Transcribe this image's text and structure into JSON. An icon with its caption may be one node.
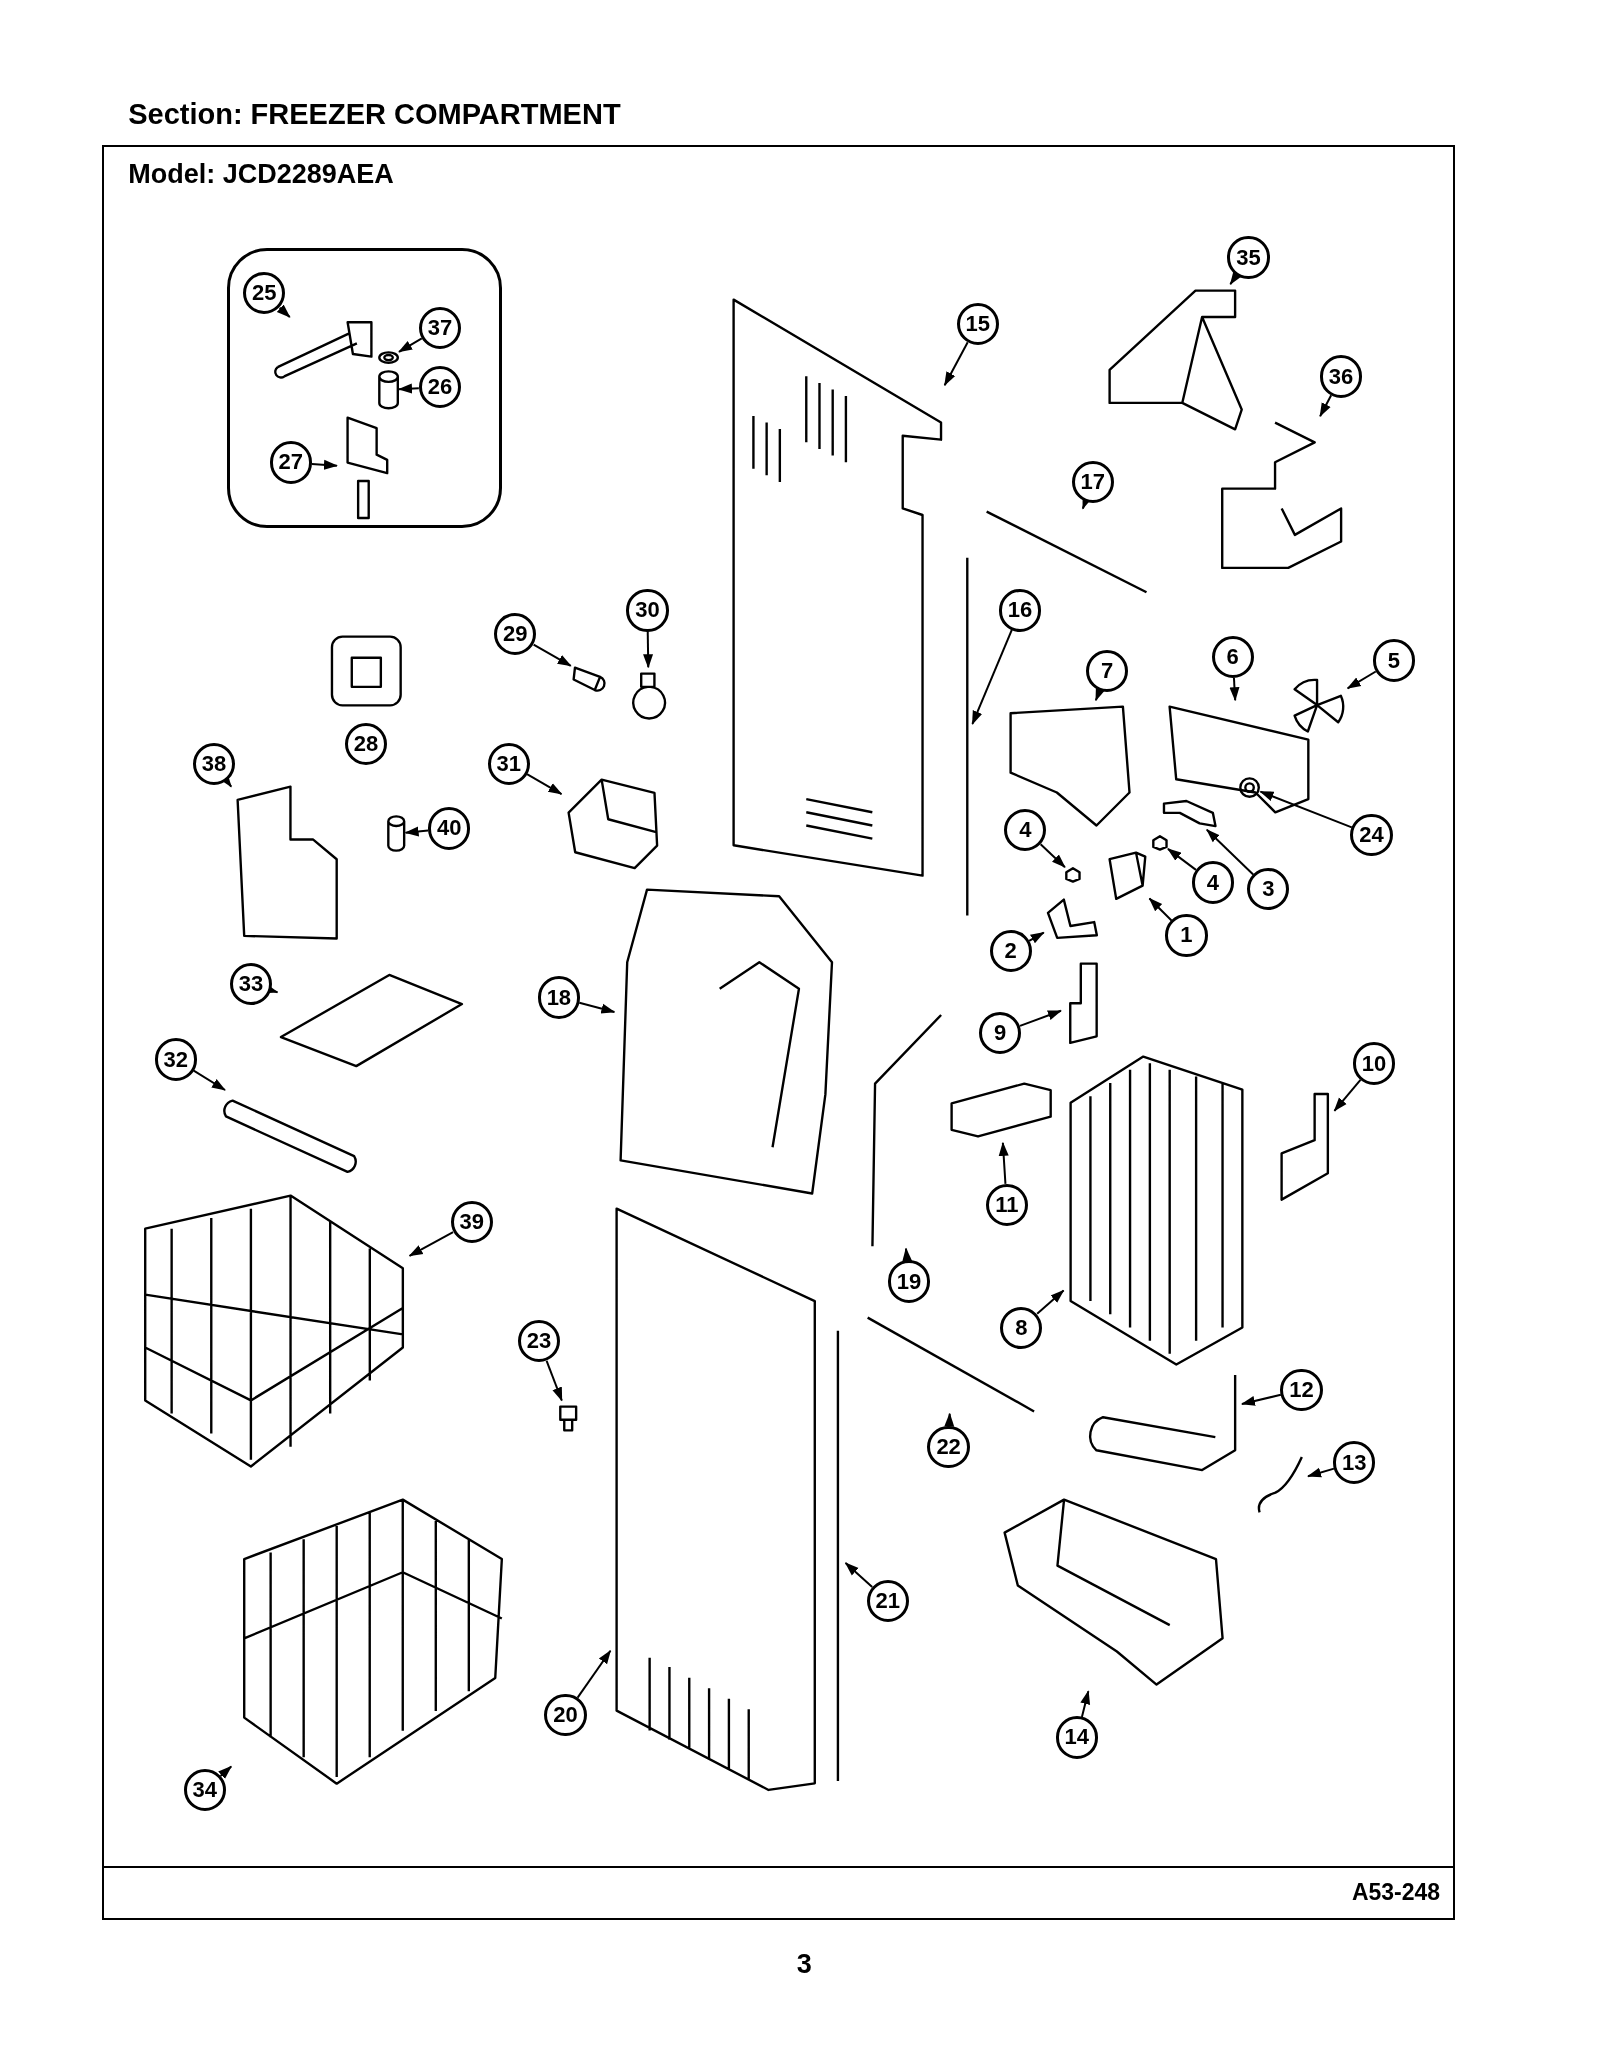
{
  "diagram": {
    "title": "Section: FREEZER COMPARTMENT",
    "nodes": [
      {
        "text": [],
        "shape": "box"
      },
      {
        "text": [
          "25"
        ],
        "in": 0
      },
      {
        "text": [],
        "shape": "picture",
        "in": 0
      },
      {
        "text": [
          "37"
        ],
        "in": 0
      },
      {
        "text": [],
        "shape": "circle",
        "in": 0
      },
      {
        "text": [
          "26"
        ],
        "in": 0
      },
      {
        "text": [],
        "shape": "cylinder",
        "in": 0
      },
      {
        "text": [
          "27"
        ],
        "in": 0
      },
      {
        "text": [],
        "shape": "picture",
        "in": 0
      },
      {
        "text": [
          "15"
        ]
      },
      {
        "text": [],
        "shape": "picture"
      },
      {
        "text": [
          "35"
        ]
      },
      {
        "text": [],
        "shape": "picture"
      },
      {
        "text": [
          "36"
        ]
      },
      {
        "text": [],
        "shape": "picture"
      },
      {
        "text": [
          "17"
        ]
      },
      {
        "text": [],
        "shape": "picture"
      },
      {
        "text": [
          "16"
        ]
      },
      {
        "text": [],
        "shape": "picture"
      },
      {
        "text": [
          "29"
        ]
      },
      {
        "text": [],
        "shape": "picture"
      },
      {
        "text": [
          "30"
        ]
      },
      {
        "text": [],
        "shape": "picture"
      },
      {
        "text": [
          "38"
        ]
      },
      {
        "text": [],
        "shape": "picture"
      },
      {
        "text": [
          "31"
        ]
      },
      {
        "text": [],
        "shape": "picture"
      },
      {
        "text": [
          "40"
        ]
      },
      {
        "text": [],
        "shape": "cylinder"
      },
      {
        "text": [
          "7"
        ]
      },
      {
        "text": [],
        "shape": "picture"
      },
      {
        "text": [
          "6"
        ]
      },
      {
        "text": [],
        "shape": "picture"
      },
      {
        "text": [
          "5"
        ]
      },
      {
        "text": [],
        "shape": "picture"
      },
      {
        "text": [
          "24"
        ]
      },
      {
        "text": [],
        "shape": "circle",
        "in": 32
      },
      {
        "text": [
          "4"
        ]
      },
      {
        "text": [],
        "shape": "picture"
      },
      {
        "text": [
          "4"
        ]
      },
      {
        "text": [],
        "shape": "picture"
      },
      {
        "text": [
          "3"
        ]
      },
      {
        "text": [],
        "shape": "picture"
      },
      {
        "text": [
          "1"
        ]
      },
      {
        "text": [],
        "shape": "picture"
      },
      {
        "text": [
          "2"
        ]
      },
      {
        "text": [],
        "shape": "picture"
      },
      {
        "text": [
          "33"
        ]
      },
      {
        "text": [],
        "shape": "picture"
      },
      {
        "text": [
          "18"
        ]
      },
      {
        "text": [],
        "shape": "picture"
      },
      {
        "text": [
          "9"
        ]
      },
      {
        "text": [],
        "shape": "picture"
      },
      {
        "text": [
          "10"
        ]
      },
      {
        "text": [],
        "shape": "picture"
      },
      {
        "text": [
          "11"
        ]
      },
      {
        "text": [],
        "shape": "picture"
      },
      {
        "text": [
          "32"
        ]
      },
      {
        "text": [],
        "shape": "picture"
      },
      {
        "text": [
          "39"
        ]
      },
      {
        "text": [],
        "shape": "picture"
      },
      {
        "text": [
          "19"
        ]
      },
      {
        "text": [],
        "shape": "picture"
      },
      {
        "text": [
          "8"
        ]
      },
      {
        "text": [],
        "shape": "picture"
      },
      {
        "text": [
          "23"
        ]
      },
      {
        "text": [],
        "shape": "picture"
      },
      {
        "text": [
          "22"
        ]
      },
      {
        "text": [],
        "shape": "picture"
      },
      {
        "text": [
          "12"
        ]
      },
      {
        "text": [],
        "shape": "picture"
      },
      {
        "text": [
          "13"
        ]
      },
      {
        "text": [],
        "shape": "picture"
      },
      {
        "text": [
          "21"
        ]
      },
      {
        "text": [],
        "shape": "picture"
      },
      {
        "text": [
          "20"
        ]
      },
      {
        "text": [],
        "shape": "picture"
      },
      {
        "text": [
          "14"
        ]
      },
      {
        "text": [],
        "shape": "picture"
      },
      {
        "text": [
          "34"
        ]
      },
      {
        "text": [],
        "shape": "picture"
      },
      {
        "text": [
          "28"
        ]
      },
      {
        "text": [],
        "shape": "picture"
      }
    ],
    "edges": [
      {
        "from": 1,
        "to": 2,
        "arrow": "to"
      },
      {
        "from": 3,
        "to": 4,
        "arrow": "to"
      },
      {
        "from": 5,
        "to": 6,
        "arrow": "to"
      },
      {
        "from": 7,
        "to": 8,
        "arrow": "to"
      },
      {
        "from": 9,
        "to": 10,
        "arrow": "to"
      },
      {
        "from": 11,
        "to": 12,
        "arrow": "to"
      },
      {
        "from": 13,
        "to": 14,
        "arrow": "to"
      },
      {
        "from": 15,
        "to": 16,
        "arrow": "to"
      },
      {
        "from": 17,
        "to": 18,
        "arrow": "to"
      },
      {
        "from": 19,
        "to": 20,
        "arrow": "to"
      },
      {
        "from": 21,
        "to": 22,
        "arrow": "to"
      },
      {
        "from": 23,
        "to": 24,
        "arrow": "to"
      },
      {
        "from": 25,
        "to": 26,
        "arrow": "to"
      },
      {
        "from": 27,
        "to": 28,
        "arrow": "to"
      },
      {
        "from": 29,
        "to": 30,
        "arrow": "to"
      },
      {
        "from": 31,
        "to": 32,
        "arrow": "to"
      },
      {
        "from": 33,
        "to": 34,
        "arrow": "to"
      },
      {
        "from": 35,
        "to": 36,
        "arrow": "to"
      },
      {
        "from": 37,
        "to": 38,
        "arrow": "to"
      },
      {
        "from": 39,
        "to": 40,
        "arrow": "to"
      },
      {
        "from": 41,
        "to": 42,
        "arrow": "to"
      },
      {
        "from": 43,
        "to": 44,
        "arrow": "to"
      },
      {
        "from": 45,
        "to": 46,
        "arrow": "to"
      },
      {
        "from": 47,
        "to": 48,
        "arrow": "to"
      },
      {
        "from": 49,
        "to": 50,
        "arrow": "to"
      },
      {
        "from": 51,
        "to": 52,
        "arrow": "to"
      },
      {
        "from": 53,
        "to": 54,
        "arrow": "to"
      },
      {
        "from": 55,
        "to": 56,
        "arrow": "to"
      },
      {
        "from": 57,
        "to": 58,
        "arrow": "to"
      },
      {
        "from": 59,
        "to": 60,
        "arrow": "to"
      },
      {
        "from": 61,
        "to": 62,
        "arrow": "to"
      },
      {
        "from": 63,
        "to": 64,
        "arrow": "to"
      },
      {
        "from": 65,
        "to": 66,
        "arrow": "to"
      },
      {
        "from": 67,
        "to": 68,
        "arrow": "to"
      },
      {
        "from": 69,
        "to": 70,
        "arrow": "to"
      },
      {
        "from": 71,
        "to": 72,
        "arrow": "to"
      },
      {
        "from": 73,
        "to": 74,
        "arrow": "to"
      },
      {
        "from": 75,
        "to": 76,
        "arrow": "to"
      },
      {
        "from": 77,
        "to": 78,
        "arrow": "to"
      },
      {
        "from": 79,
        "to": 80,
        "arrow": "to"
      }
    ],
    "labels": [
      "Model: JCD2289AEA",
      "A53-248",
      "3"
    ]
  }
}
